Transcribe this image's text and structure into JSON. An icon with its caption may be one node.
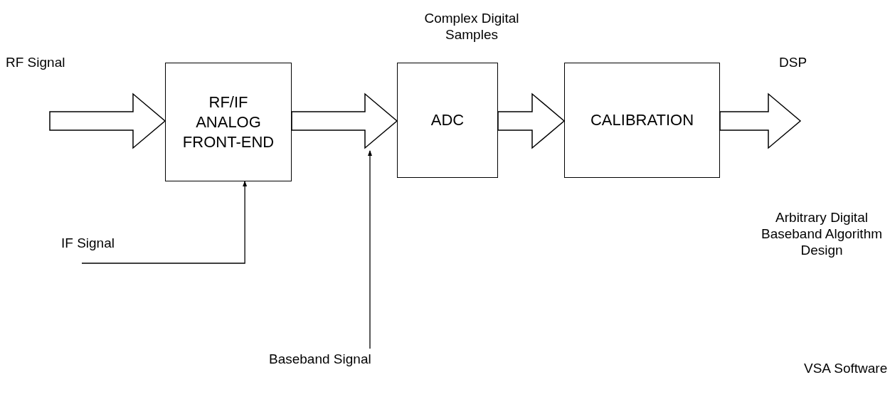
{
  "diagram": {
    "nodes": [
      {
        "text": [
          "RF/IF ANALOG FRONT-END"
        ]
      },
      {
        "text": [
          "ADC"
        ]
      },
      {
        "text": [
          "CALIBRATION"
        ]
      },
      {
        "text": [
          "IF Signal"
        ]
      },
      {
        "text": [
          "Baseband Signal"
        ]
      }
    ],
    "edges": [
      {
        "from": null,
        "to": 0,
        "arrow": "to",
        "style": "thick"
      },
      {
        "from": 0,
        "to": 1,
        "arrow": "to",
        "style": "thick"
      },
      {
        "from": 1,
        "to": 2,
        "arrow": "to",
        "style": "thick"
      },
      {
        "from": 2,
        "to": null,
        "arrow": "to",
        "style": "thick"
      },
      {
        "from": 3,
        "to": 0,
        "arrow": "to"
      },
      {
        "from": 4,
        "to": null,
        "arrow": "to"
      }
    ],
    "labels": [
      "RF Signal",
      "Complex Digital Samples",
      "DSP",
      "Arbitrary Digital Baseband Algorithm Design",
      "VSA Software"
    ]
  }
}
